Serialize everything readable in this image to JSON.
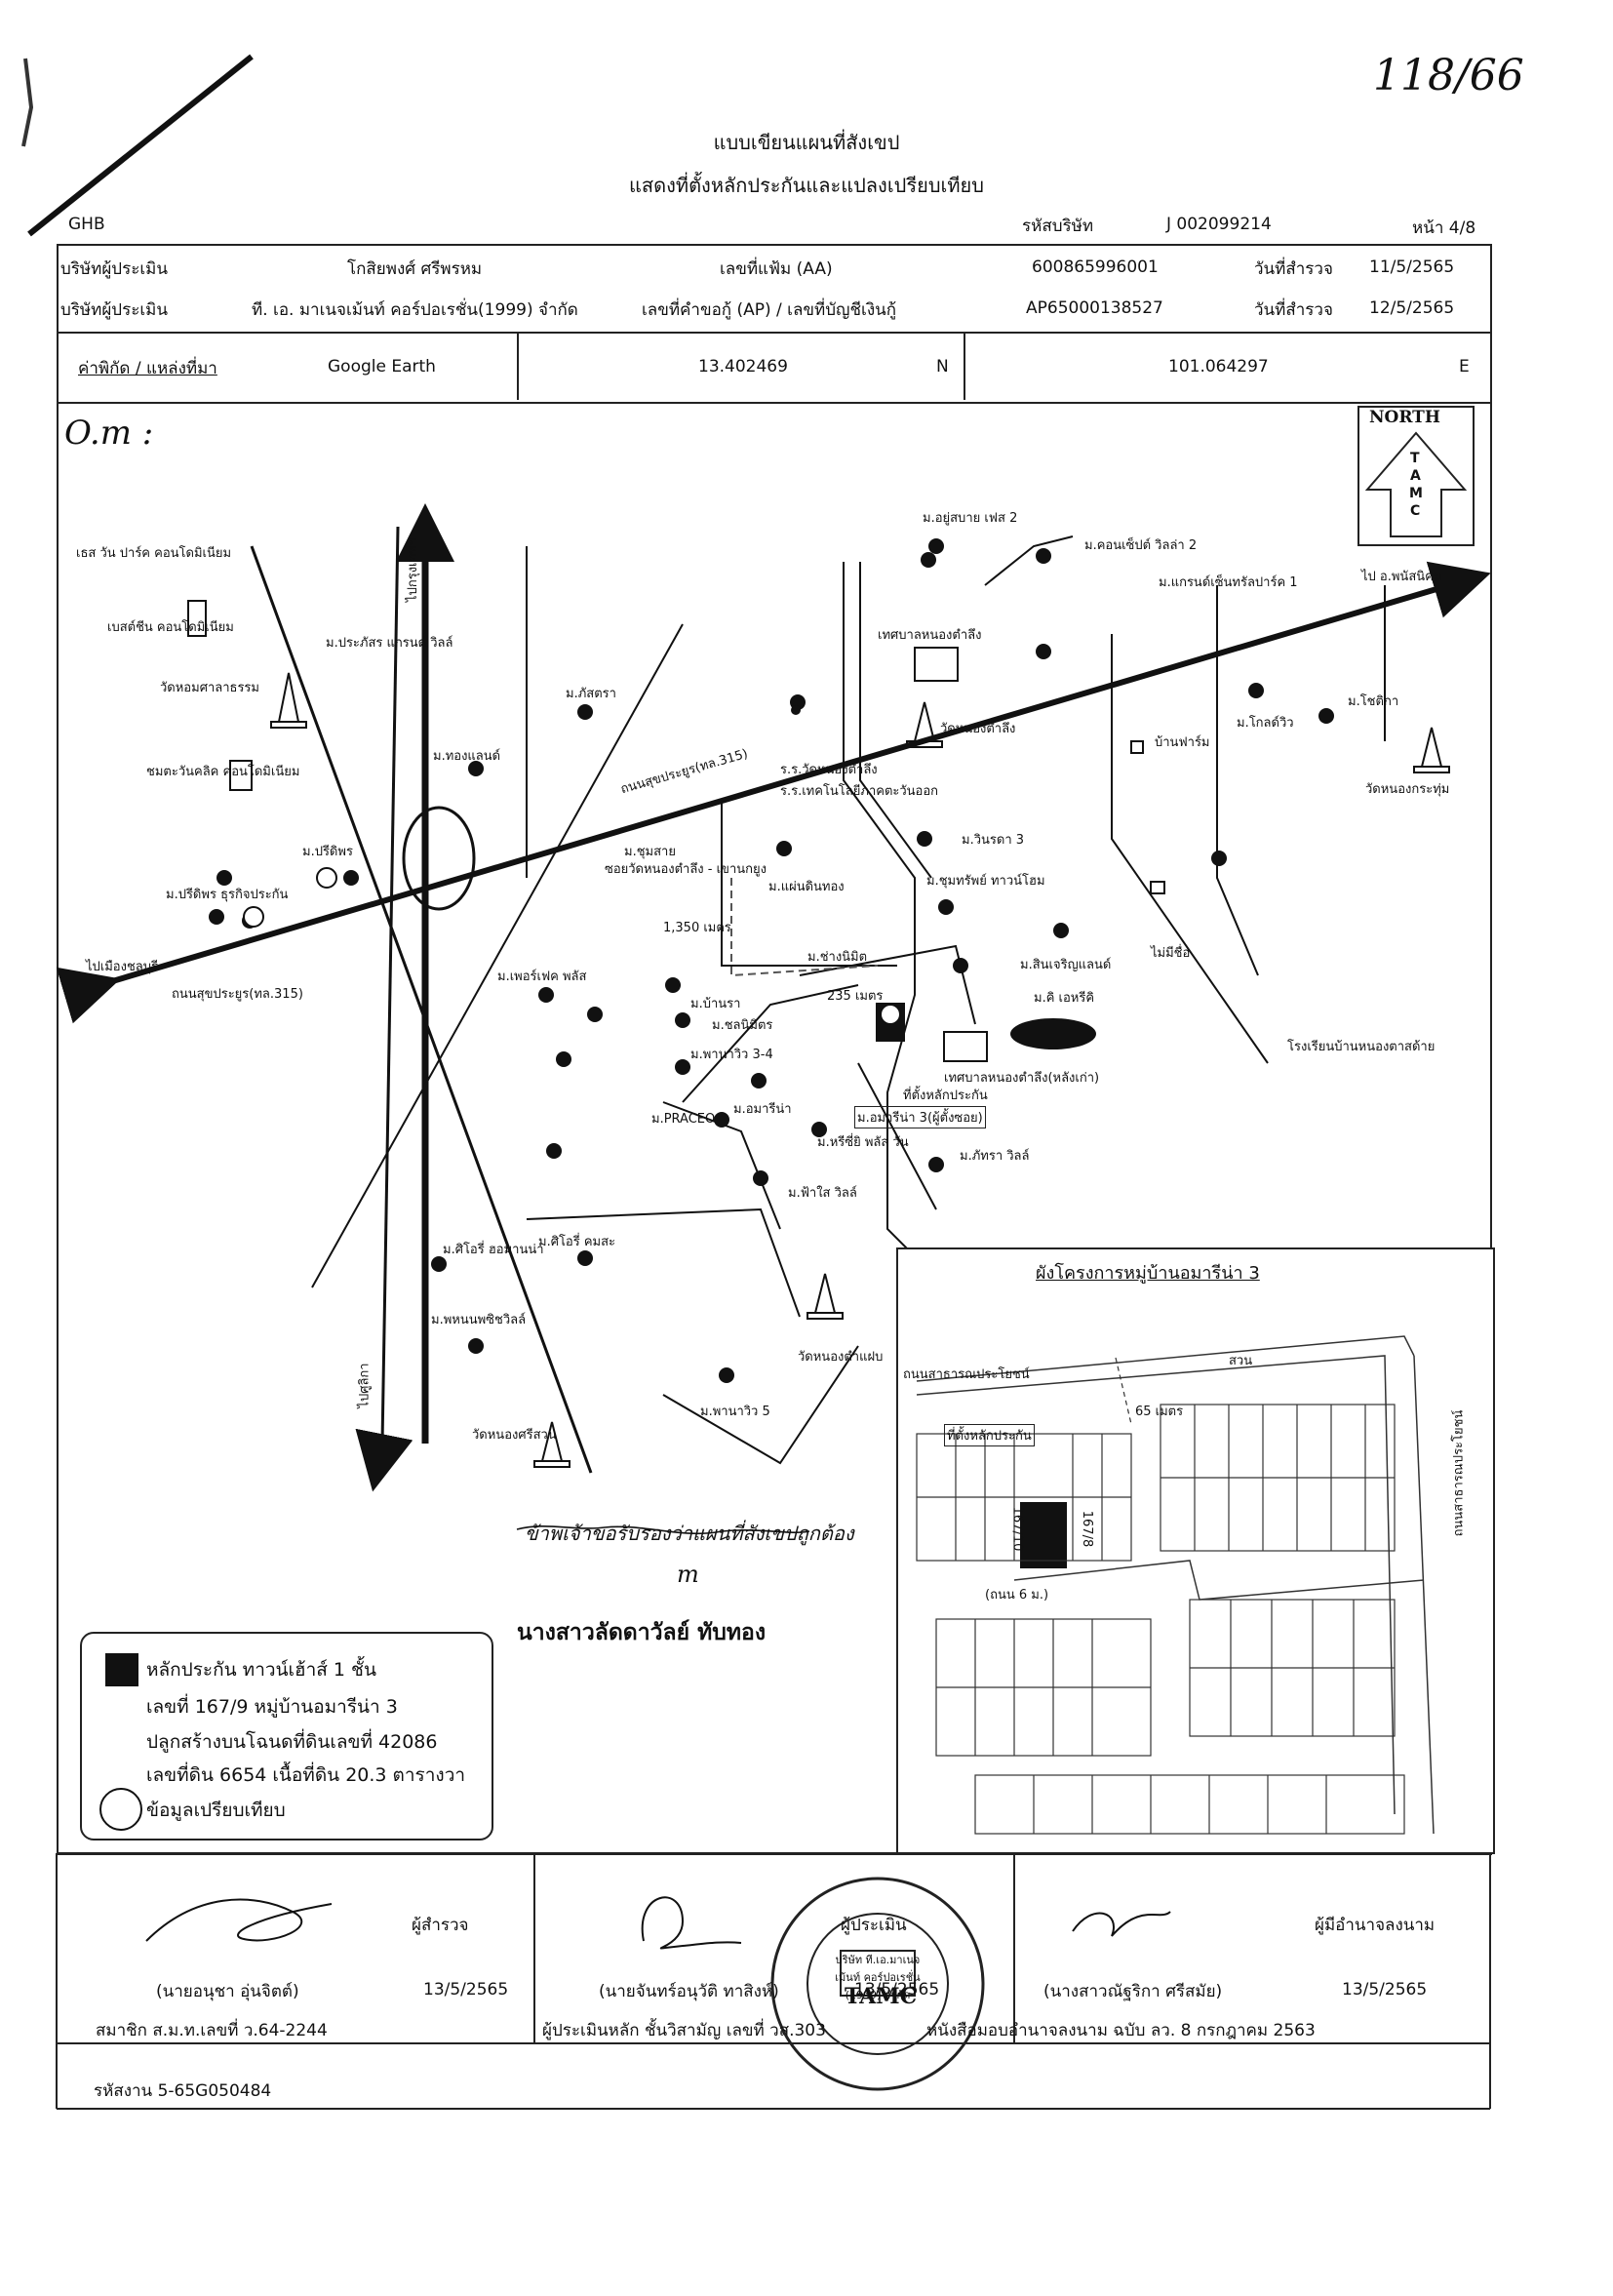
{
  "handwritten_number": "118/66",
  "title_line1": "แบบเขียนแผนที่สังเขป",
  "title_line2": "แสดงที่ตั้งหลักประกันและแปลงเปรียบเทียบ",
  "header": {
    "bank": "GHB",
    "company_code_label": "รหัสบริษัท",
    "company_code": "J 002099214",
    "page": "หน้า 4/8"
  },
  "info_rows": [
    {
      "label": "บริษัทผู้ประเมิน",
      "value": "โกสิยพงศ์ ศรีพรหม",
      "mid_label": "เลขที่แฟ้ม (AA)",
      "mid_value": "600865996001",
      "date_label": "วันที่สำรวจ",
      "date": "11/5/2565"
    },
    {
      "label": "บริษัทผู้ประเมิน",
      "value": "ที. เอ. มาเนจเม้นท์ คอร์ปอเรชั่น(1999) จำกัด",
      "mid_label": "เลขที่คำขอกู้ (AP) / เลขที่บัญชีเงินกู้",
      "mid_value": "AP65000138527",
      "date_label": "วันที่สำรวจ",
      "date": "12/5/2565"
    }
  ],
  "coords": {
    "label": "ค่าพิกัด / แหล่งที่มา",
    "source": "Google Earth",
    "lat": "13.402469",
    "lat_dir": "N",
    "lon": "101.064297",
    "lon_dir": "E"
  },
  "map_handwritten_label": "O.m :",
  "north_label": "NORTH",
  "north_letters": [
    "T",
    "A",
    "M",
    "C"
  ],
  "map_labels": [
    "ม.อยู่สบาย เฟส 2",
    "ม.คอนเซ็ปต์ วิลล่า 2",
    "ม.แกรนด์เซ็นทรัลปาร์ค 1",
    "ไป อ.พนัสนิคม",
    "เทศบาลหนองตำลึง",
    "วัดหนองตำลึง",
    "บ้านฟาร์ม",
    "ม.โกลด์วิว",
    "ม.โชติกา",
    "วัดหนองกระทุ่ม",
    "เธส วัน ปาร์ค คอนโดมิเนียม",
    "เบสต์ชีน คอนโดมิเนียม",
    "วัดหอมศาลาธรรม",
    "ชมตะวันคลิค คอนโดมิเนียม",
    "ม.ปรีดิพร",
    "ม.ปรีดิพร ธุรกิจประกัน",
    "ไปเมืองชลบุรี",
    "ถนนสุขประยูร(ทล.315)",
    "ม.ประภัสร แกรนด์ วิลล์",
    "ม.ภัสตรา",
    "ม.ทองแลนด์",
    "ร.ร.วัดหนองตำลึง",
    "ร.ร.เทคโนโลยีภาคตะวันออก",
    "ม.วินรดา 3",
    "ม.ชุมทรัพย์ ทาวน์โฮม",
    "ม.แผ่นดินทอง",
    "ม.ชุมสาย",
    "ม.เพอร์เฟค พลัส",
    "ม.ช่างนิมิต",
    "ม.บ้านรา",
    "ม.พานาวิว 3-4",
    "ม.ชลนิมิตร",
    "ม.อมารีน่า",
    "ม.PRACEO",
    "ม.หรีซี่ยิ พลัส วัน",
    "ม.ฟ้าใส วิลล์",
    "ม.ภัทรา วิลล์",
    "ม.สินเจริญแลนด์",
    "ม.คิ เอหรีคิ",
    "ไม่มีชื่อ",
    "โรงเรียนบ้านหนองตาสด้าย",
    "เทศบาลหนองตำลึง(หลังเก่า)",
    "ม.ศิโอรี่ ฮอมานน่า",
    "ม.ศิโอรี่ คมสะ",
    "ม.พหนนพซิชวิลล์",
    "วัดหนองศรีสวน",
    "ม.พานาวิว 5",
    "วัดหนองตำแฝบ",
    "ไปศูลิกา",
    "ไปกรุงเทพฯ",
    "1,350 เมตร",
    "235 เมตร",
    "ที่ตั้งหลักประกัน",
    "ม.อมารีน่า 3(ผู้ตั้งซอย)",
    "ถนนสุขประยูร(ทล.315)",
    "ซอยวัดหนองตำลึง - เขานกยูง"
  ],
  "inset": {
    "title": "ผังโครงการหมู่บ้านอมารีน่า 3",
    "collateral_label": "ที่ตั้งหลักประกัน",
    "distance": "65 เมตร",
    "road_top": "ถนนสาธารณประโยชน์",
    "road_side": "ถนนสาธารณประโยชน์",
    "park": "สวน",
    "lot_left": "167/10",
    "lot_right": "167/8",
    "road_width": "(ถนน 6 ม.)"
  },
  "handwritten_certify": "ข้าพเจ้าขอรับรองว่าแผนที่สังเขปถูกต้อง",
  "handwritten_initial": "m",
  "certifier_name": "นางสาวลัดดาวัลย์ ทับทอง",
  "legend": {
    "collateral_line1": "หลักประกัน ทาวน์เฮ้าส์ 1 ชั้น",
    "collateral_line2": "เลขที่ 167/9 หมู่บ้านอมารีน่า 3",
    "collateral_line3": "ปลูกสร้างบนโฉนดที่ดินเลขที่ 42086",
    "collateral_line4": "เลขที่ดิน 6654 เนื้อที่ดิน 20.3 ตารางวา",
    "comparison": "ข้อมูลเปรียบเทียบ"
  },
  "signatures": {
    "surveyor_role": "ผู้สำรวจ",
    "surveyor_name": "(นายอนุชา อุ่นจิตต์)",
    "surveyor_date": "13/5/2565",
    "surveyor_member": "สมาชิก ส.ม.ท.เลขที่ ว.64-2244",
    "appraiser_role": "ผู้ประเมิน",
    "appraiser_name": "(นายจันทร์อนุวัติ ทาสิงห์)",
    "appraiser_date": "13/5/2565",
    "appraiser_license": "ผู้ประเมินหลัก ชั้นวิสามัญ เลขที่ วส.303",
    "signer_role": "ผู้มีอำนาจลงนาม",
    "signer_name": "(นางสาวณัฐริกา ศรีสมัย)",
    "signer_date": "13/5/2565",
    "signer_auth": "หนังสือมอบอำนาจลงนาม ฉบับ ลว. 8 กรกฎาคม 2563",
    "stamp_text": "บริษัท ที.เอ.มาเนจเม้นท์ คอร์ปอเรชั่น (1999) จำกัด",
    "stamp_logo": "TAMC"
  },
  "footer_code": "รหัสงาน 5-65G050484"
}
